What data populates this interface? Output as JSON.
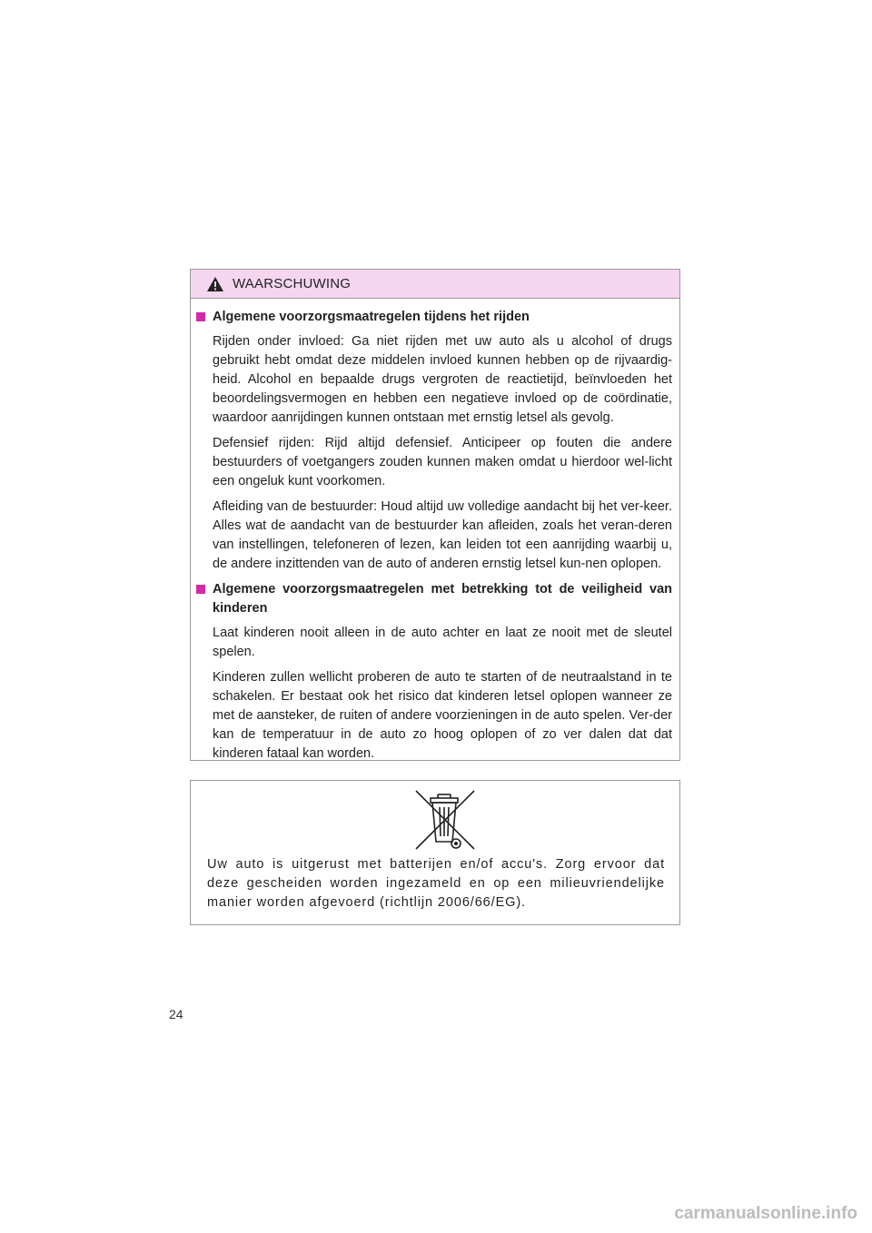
{
  "warning": {
    "title": "WAARSCHUWING",
    "sections": [
      {
        "heading": "Algemene voorzorgsmaatregelen tijdens het rijden",
        "paragraphs": [
          "Rijden onder invloed: Ga niet rijden met uw auto als u alcohol of drugs gebruikt hebt omdat deze middelen invloed kunnen hebben op de rijvaardig-heid. Alcohol en bepaalde drugs vergroten de reactietijd, beïnvloeden het beoordelingsvermogen en hebben een negatieve invloed op de coördinatie, waardoor aanrijdingen kunnen ontstaan met ernstig letsel als gevolg.",
          "Defensief rijden: Rijd altijd defensief. Anticipeer op fouten die andere bestuurders of voetgangers zouden kunnen maken omdat u hierdoor wel-licht een ongeluk kunt voorkomen.",
          "Afleiding van de bestuurder: Houd altijd uw volledige aandacht bij het ver-keer. Alles wat de aandacht van de bestuurder kan afleiden, zoals het veran-deren van instellingen, telefoneren of lezen, kan leiden tot een aanrijding waarbij u, de andere inzittenden van de auto of anderen ernstig letsel kun-nen oplopen."
        ]
      },
      {
        "heading": "Algemene voorzorgsmaatregelen met betrekking tot de veiligheid van kinderen",
        "paragraphs": [
          "Laat kinderen nooit alleen in de auto achter en laat ze nooit met de sleutel spelen.",
          "Kinderen zullen wellicht proberen de auto te starten of de neutraalstand in te schakelen. Er bestaat ook het risico dat kinderen letsel oplopen wanneer ze met de aansteker, de ruiten of andere voorzieningen in de auto spelen. Ver-der kan de temperatuur in de auto zo hoog oplopen of zo ver dalen dat dat kinderen fataal kan worden."
        ]
      }
    ]
  },
  "recycle_notice": {
    "icon": "crossed-out-wheelie-bin-icon",
    "text": "Uw auto is uitgerust met batterijen en/of accu's. Zorg ervoor dat deze gescheiden worden ingezameld en op een milieuvriendelijke manier worden afgevoerd (richtlijn 2006/66/EG)."
  },
  "page_number": "24",
  "watermark": "carmanualsonline.info",
  "colors": {
    "warning_header_bg": "#f6d6ef",
    "bullet": "#d12ca8"
  }
}
